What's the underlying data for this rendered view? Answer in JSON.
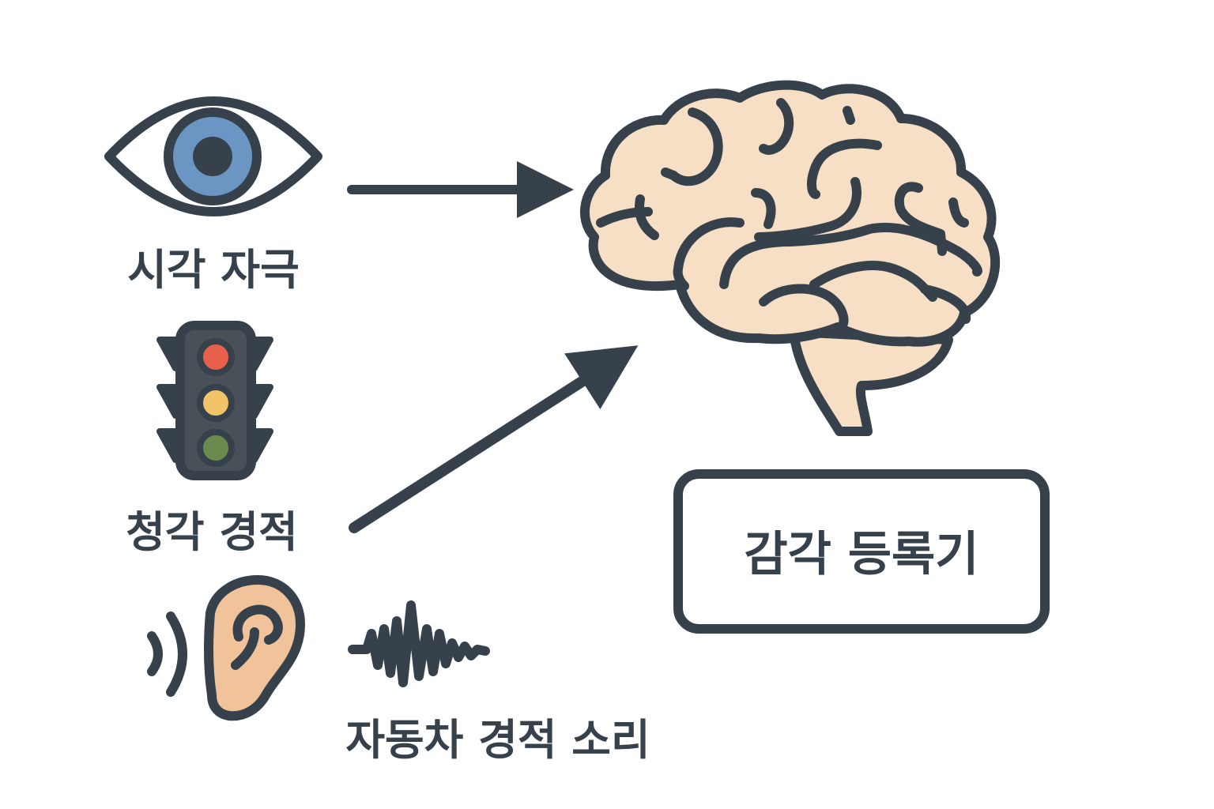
{
  "labels": {
    "visual_stimulus": "시각 자극",
    "auditory_warning": "청각 경적",
    "car_horn_sound": "자동차 경적 소리",
    "sensory_register": "감각 등록기"
  },
  "colors": {
    "outline": "#37414b",
    "iris": "#6b96c3",
    "brain_fill": "#f6dfc4",
    "ear_fill": "#f0c39a",
    "traffic_body": "#4a5058",
    "light_red": "#e8604c",
    "light_yellow": "#f2c46a",
    "light_green": "#6b8a4e"
  },
  "icons": {
    "eye": "eye-icon",
    "traffic_light": "traffic-light-icon",
    "ear": "ear-icon",
    "sound_waves": "sound-waves-icon",
    "waveform": "sound-waveform-icon",
    "brain": "brain-icon"
  }
}
